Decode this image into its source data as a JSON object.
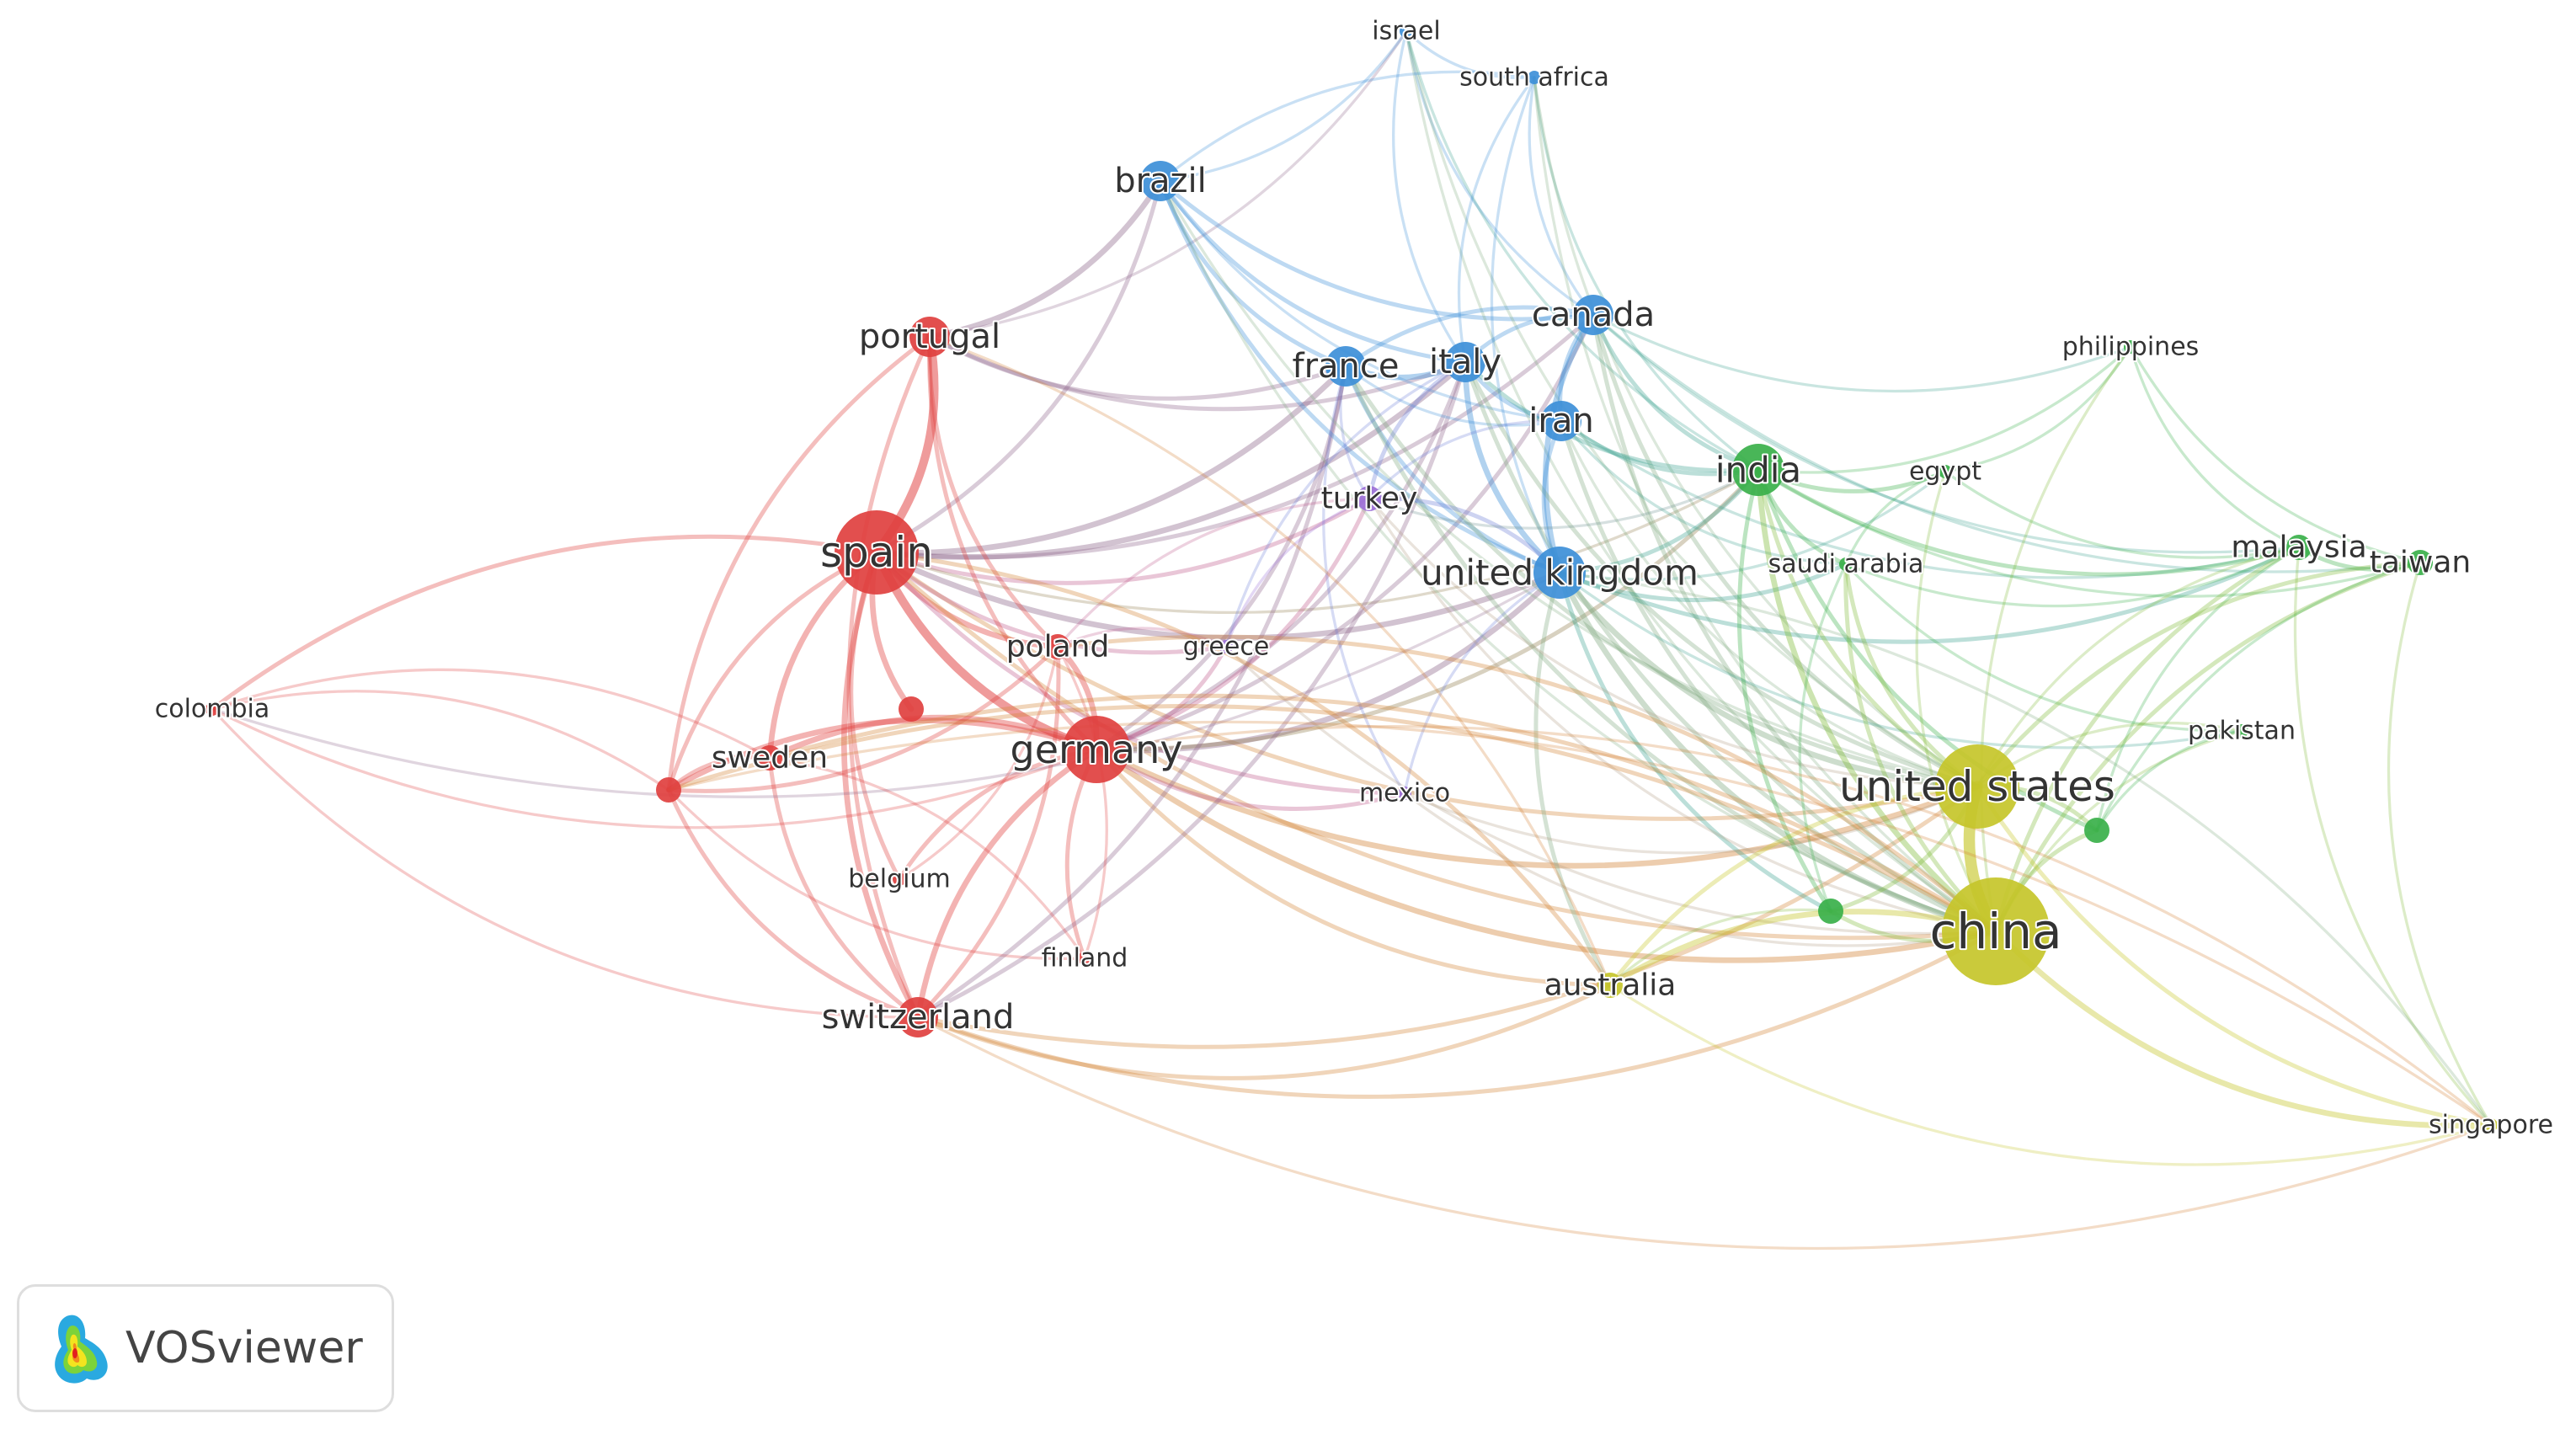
{
  "app": {
    "logo_text": "VOSviewer",
    "logo_icon": "vosviewer-density-logo-icon"
  },
  "colors": {
    "red": "#e0403f",
    "blue": "#3d8fd8",
    "green": "#3ab04a",
    "yellow": "#c6c62a",
    "purple": "#9b6fd6",
    "label": "#333333"
  },
  "network": {
    "nodes": [
      {
        "id": "israel",
        "label": "israel",
        "cluster": "blue",
        "size": 1
      },
      {
        "id": "south-africa",
        "label": "south africa",
        "cluster": "blue",
        "size": 1
      },
      {
        "id": "brazil",
        "label": "brazil",
        "cluster": "blue",
        "size": 3
      },
      {
        "id": "canada",
        "label": "canada",
        "cluster": "blue",
        "size": 3
      },
      {
        "id": "france",
        "label": "france",
        "cluster": "blue",
        "size": 3
      },
      {
        "id": "italy",
        "label": "italy",
        "cluster": "blue",
        "size": 3
      },
      {
        "id": "iran",
        "label": "iran",
        "cluster": "blue",
        "size": 3
      },
      {
        "id": "united-kingdom",
        "label": "united kingdom",
        "cluster": "blue",
        "size": 4
      },
      {
        "id": "portugal",
        "label": "portugal",
        "cluster": "red",
        "size": 3
      },
      {
        "id": "spain",
        "label": "spain",
        "cluster": "red",
        "size": 6
      },
      {
        "id": "poland",
        "label": "poland",
        "cluster": "red",
        "size": 2
      },
      {
        "id": "germany",
        "label": "germany",
        "cluster": "red",
        "size": 5
      },
      {
        "id": "sweden",
        "label": "sweden",
        "cluster": "red",
        "size": 2
      },
      {
        "id": "colombia",
        "label": "colombia",
        "cluster": "red",
        "size": 1
      },
      {
        "id": "belgium",
        "label": "belgium",
        "cluster": "red",
        "size": 1
      },
      {
        "id": "finland",
        "label": "finland",
        "cluster": "red",
        "size": 1
      },
      {
        "id": "switzerland",
        "label": "switzerland",
        "cluster": "red",
        "size": 3
      },
      {
        "id": "red-unlabeled-1",
        "label": "",
        "cluster": "red",
        "size": 2
      },
      {
        "id": "red-unlabeled-2",
        "label": "",
        "cluster": "red",
        "size": 2
      },
      {
        "id": "turkey",
        "label": "turkey",
        "cluster": "purple",
        "size": 2
      },
      {
        "id": "greece",
        "label": "greece",
        "cluster": "purple",
        "size": 1
      },
      {
        "id": "mexico",
        "label": "mexico",
        "cluster": "purple",
        "size": 1
      },
      {
        "id": "india",
        "label": "india",
        "cluster": "green",
        "size": 4
      },
      {
        "id": "egypt",
        "label": "egypt",
        "cluster": "green",
        "size": 1
      },
      {
        "id": "saudi-arabia",
        "label": "saudi arabia",
        "cluster": "green",
        "size": 1
      },
      {
        "id": "philippines",
        "label": "philippines",
        "cluster": "green",
        "size": 1
      },
      {
        "id": "malaysia",
        "label": "malaysia",
        "cluster": "green",
        "size": 2
      },
      {
        "id": "taiwan",
        "label": "taiwan",
        "cluster": "green",
        "size": 2
      },
      {
        "id": "pakistan",
        "label": "pakistan",
        "cluster": "green",
        "size": 1
      },
      {
        "id": "green-unlabeled-1",
        "label": "",
        "cluster": "green",
        "size": 2
      },
      {
        "id": "green-unlabeled-2",
        "label": "",
        "cluster": "green",
        "size": 2
      },
      {
        "id": "united-states",
        "label": "united states",
        "cluster": "yellow",
        "size": 6
      },
      {
        "id": "china",
        "label": "china",
        "cluster": "yellow",
        "size": 7
      },
      {
        "id": "australia",
        "label": "australia",
        "cluster": "yellow",
        "size": 2
      },
      {
        "id": "singapore",
        "label": "singapore",
        "cluster": "yellow",
        "size": 1
      }
    ],
    "links": [
      [
        "spain",
        "portugal",
        5
      ],
      [
        "spain",
        "germany",
        5
      ],
      [
        "spain",
        "poland",
        3
      ],
      [
        "spain",
        "sweden",
        3
      ],
      [
        "spain",
        "switzerland",
        3
      ],
      [
        "spain",
        "colombia",
        2
      ],
      [
        "spain",
        "france",
        3
      ],
      [
        "spain",
        "italy",
        3
      ],
      [
        "spain",
        "united-kingdom",
        3
      ],
      [
        "spain",
        "brazil",
        2
      ],
      [
        "spain",
        "united-states",
        2
      ],
      [
        "spain",
        "china",
        2
      ],
      [
        "spain",
        "belgium",
        2
      ],
      [
        "spain",
        "red-unlabeled-1",
        3
      ],
      [
        "spain",
        "red-unlabeled-2",
        2
      ],
      [
        "spain",
        "turkey",
        2
      ],
      [
        "spain",
        "greece",
        2
      ],
      [
        "spain",
        "mexico",
        2
      ],
      [
        "spain",
        "canada",
        2
      ],
      [
        "spain",
        "india",
        1
      ],
      [
        "portugal",
        "brazil",
        3
      ],
      [
        "portugal",
        "germany",
        2
      ],
      [
        "portugal",
        "france",
        2
      ],
      [
        "portugal",
        "italy",
        2
      ],
      [
        "portugal",
        "switzerland",
        2
      ],
      [
        "portugal",
        "red-unlabeled-2",
        2
      ],
      [
        "portugal",
        "israel",
        1
      ],
      [
        "portugal",
        "poland",
        2
      ],
      [
        "germany",
        "sweden",
        3
      ],
      [
        "germany",
        "poland",
        3
      ],
      [
        "germany",
        "switzerland",
        3
      ],
      [
        "germany",
        "belgium",
        2
      ],
      [
        "germany",
        "finland",
        2
      ],
      [
        "germany",
        "france",
        2
      ],
      [
        "germany",
        "italy",
        2
      ],
      [
        "germany",
        "united-kingdom",
        3
      ],
      [
        "germany",
        "united-states",
        3
      ],
      [
        "germany",
        "china",
        3
      ],
      [
        "germany",
        "red-unlabeled-2",
        3
      ],
      [
        "germany",
        "turkey",
        2
      ],
      [
        "germany",
        "mexico",
        2
      ],
      [
        "germany",
        "india",
        2
      ],
      [
        "germany",
        "australia",
        2
      ],
      [
        "germany",
        "canada",
        2
      ],
      [
        "germany",
        "greece",
        2
      ],
      [
        "sweden",
        "red-unlabeled-2",
        2
      ],
      [
        "sweden",
        "switzerland",
        2
      ],
      [
        "sweden",
        "colombia",
        1
      ],
      [
        "red-unlabeled-2",
        "colombia",
        1
      ],
      [
        "red-unlabeled-2",
        "switzerland",
        2
      ],
      [
        "red-unlabeled-2",
        "poland",
        2
      ],
      [
        "red-unlabeled-2",
        "finland",
        1
      ],
      [
        "switzerland",
        "china",
        2
      ],
      [
        "switzerland",
        "united-states",
        2
      ],
      [
        "switzerland",
        "australia",
        2
      ],
      [
        "switzerland",
        "singapore",
        1
      ],
      [
        "switzerland",
        "france",
        2
      ],
      [
        "switzerland",
        "italy",
        2
      ],
      [
        "switzerland",
        "poland",
        2
      ],
      [
        "colombia",
        "germany",
        1
      ],
      [
        "colombia",
        "united-kingdom",
        1
      ],
      [
        "colombia",
        "switzerland",
        1
      ],
      [
        "belgium",
        "poland",
        1
      ],
      [
        "finland",
        "poland",
        1
      ],
      [
        "finland",
        "sweden",
        1
      ],
      [
        "brazil",
        "france",
        2
      ],
      [
        "brazil",
        "italy",
        2
      ],
      [
        "brazil",
        "canada",
        2
      ],
      [
        "brazil",
        "united-kingdom",
        2
      ],
      [
        "brazil",
        "united-states",
        1
      ],
      [
        "brazil",
        "china",
        1
      ],
      [
        "brazil",
        "israel",
        1
      ],
      [
        "brazil",
        "iran",
        1
      ],
      [
        "israel",
        "south-africa",
        1
      ],
      [
        "israel",
        "canada",
        1
      ],
      [
        "israel",
        "united-states",
        1
      ],
      [
        "israel",
        "italy",
        1
      ],
      [
        "israel",
        "china",
        1
      ],
      [
        "israel",
        "india",
        1
      ],
      [
        "south-africa",
        "canada",
        1
      ],
      [
        "south-africa",
        "united-kingdom",
        1
      ],
      [
        "south-africa",
        "india",
        1
      ],
      [
        "south-africa",
        "china",
        1
      ],
      [
        "south-africa",
        "italy",
        1
      ],
      [
        "south-africa",
        "united-states",
        1
      ],
      [
        "south-africa",
        "brazil",
        1
      ],
      [
        "canada",
        "italy",
        2
      ],
      [
        "canada",
        "france",
        2
      ],
      [
        "canada",
        "iran",
        2
      ],
      [
        "canada",
        "united-kingdom",
        3
      ],
      [
        "canada",
        "united-states",
        2
      ],
      [
        "canada",
        "china",
        2
      ],
      [
        "canada",
        "india",
        2
      ],
      [
        "canada",
        "philippines",
        1
      ],
      [
        "canada",
        "malaysia",
        1
      ],
      [
        "canada",
        "taiwan",
        1
      ],
      [
        "france",
        "italy",
        3
      ],
      [
        "france",
        "united-kingdom",
        2
      ],
      [
        "france",
        "iran",
        1
      ],
      [
        "france",
        "united-states",
        2
      ],
      [
        "france",
        "china",
        2
      ],
      [
        "france",
        "turkey",
        1
      ],
      [
        "france",
        "mexico",
        1
      ],
      [
        "italy",
        "iran",
        2
      ],
      [
        "italy",
        "united-kingdom",
        3
      ],
      [
        "italy",
        "united-states",
        2
      ],
      [
        "italy",
        "china",
        2
      ],
      [
        "italy",
        "india",
        2
      ],
      [
        "italy",
        "turkey",
        2
      ],
      [
        "italy",
        "greece",
        1
      ],
      [
        "iran",
        "united-kingdom",
        2
      ],
      [
        "iran",
        "india",
        2
      ],
      [
        "iran",
        "china",
        2
      ],
      [
        "iran",
        "united-states",
        1
      ],
      [
        "iran",
        "turkey",
        1
      ],
      [
        "iran",
        "malaysia",
        1
      ],
      [
        "iran",
        "saudi-arabia",
        1
      ],
      [
        "united-kingdom",
        "united-states",
        3
      ],
      [
        "united-kingdom",
        "china",
        3
      ],
      [
        "united-kingdom",
        "india",
        2
      ],
      [
        "united-kingdom",
        "australia",
        2
      ],
      [
        "united-kingdom",
        "turkey",
        2
      ],
      [
        "united-kingdom",
        "malaysia",
        2
      ],
      [
        "united-kingdom",
        "saudi-arabia",
        2
      ],
      [
        "united-kingdom",
        "pakistan",
        1
      ],
      [
        "united-kingdom",
        "green-unlabeled-1",
        2
      ],
      [
        "united-kingdom",
        "mexico",
        1
      ],
      [
        "united-kingdom",
        "egypt",
        1
      ],
      [
        "turkey",
        "poland",
        1
      ],
      [
        "turkey",
        "greece",
        1
      ],
      [
        "turkey",
        "china",
        1
      ],
      [
        "turkey",
        "united-states",
        1
      ],
      [
        "turkey",
        "india",
        1
      ],
      [
        "greece",
        "poland",
        1
      ],
      [
        "greece",
        "china",
        1
      ],
      [
        "mexico",
        "united-states",
        1
      ],
      [
        "mexico",
        "china",
        1
      ],
      [
        "india",
        "egypt",
        2
      ],
      [
        "india",
        "saudi-arabia",
        2
      ],
      [
        "india",
        "united-states",
        2
      ],
      [
        "india",
        "china",
        3
      ],
      [
        "india",
        "malaysia",
        2
      ],
      [
        "india",
        "taiwan",
        1
      ],
      [
        "india",
        "philippines",
        1
      ],
      [
        "india",
        "green-unlabeled-1",
        2
      ],
      [
        "india",
        "green-unlabeled-2",
        2
      ],
      [
        "egypt",
        "saudi-arabia",
        1
      ],
      [
        "egypt",
        "china",
        1
      ],
      [
        "egypt",
        "malaysia",
        1
      ],
      [
        "egypt",
        "philippines",
        1
      ],
      [
        "saudi-arabia",
        "china",
        2
      ],
      [
        "saudi-arabia",
        "united-states",
        2
      ],
      [
        "saudi-arabia",
        "malaysia",
        1
      ],
      [
        "saudi-arabia",
        "pakistan",
        1
      ],
      [
        "saudi-arabia",
        "green-unlabeled-1",
        1
      ],
      [
        "philippines",
        "malaysia",
        1
      ],
      [
        "philippines",
        "taiwan",
        1
      ],
      [
        "philippines",
        "china",
        1
      ],
      [
        "malaysia",
        "taiwan",
        2
      ],
      [
        "malaysia",
        "china",
        2
      ],
      [
        "malaysia",
        "united-states",
        1
      ],
      [
        "malaysia",
        "green-unlabeled-2",
        1
      ],
      [
        "malaysia",
        "singapore",
        1
      ],
      [
        "taiwan",
        "china",
        2
      ],
      [
        "taiwan",
        "united-states",
        2
      ],
      [
        "taiwan",
        "singapore",
        1
      ],
      [
        "taiwan",
        "green-unlabeled-2",
        1
      ],
      [
        "pakistan",
        "china",
        1
      ],
      [
        "pakistan",
        "united-states",
        1
      ],
      [
        "pakistan",
        "green-unlabeled-2",
        1
      ],
      [
        "green-unlabeled-2",
        "united-states",
        2
      ],
      [
        "green-unlabeled-2",
        "china",
        2
      ],
      [
        "green-unlabeled-1",
        "china",
        2
      ],
      [
        "green-unlabeled-1",
        "united-states",
        2
      ],
      [
        "green-unlabeled-1",
        "australia",
        1
      ],
      [
        "united-states",
        "china",
        7
      ],
      [
        "united-states",
        "australia",
        2
      ],
      [
        "united-states",
        "singapore",
        2
      ],
      [
        "china",
        "australia",
        3
      ],
      [
        "china",
        "singapore",
        3
      ],
      [
        "china",
        "poland",
        2
      ],
      [
        "china",
        "sweden",
        2
      ],
      [
        "china",
        "red-unlabeled-2",
        2
      ],
      [
        "australia",
        "singapore",
        1
      ],
      [
        "australia",
        "portugal",
        1
      ],
      [
        "australia",
        "spain",
        2
      ],
      [
        "singapore",
        "red-unlabeled-2",
        1
      ],
      [
        "singapore",
        "germany",
        1
      ],
      [
        "singapore",
        "united-kingdom",
        1
      ]
    ]
  }
}
